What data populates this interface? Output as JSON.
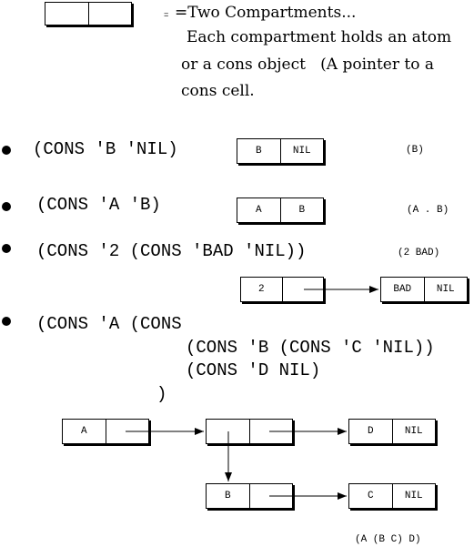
{
  "legend": {
    "eq_mark": "=",
    "lines": [
      "=Two Compartments...",
      "Each compartment holds an atom",
      "or a cons object   (A pointer to a",
      "cons cell."
    ]
  },
  "examples": [
    {
      "code": "(CONS 'B 'NIL)",
      "result": "(B)"
    },
    {
      "code": "(CONS 'A 'B)",
      "result": "(A . B)"
    },
    {
      "code": "(CONS '2 (CONS 'BAD 'NIL))",
      "result": "(2 BAD)"
    },
    {
      "code_lines": [
        "(CONS 'A (CONS",
        "(CONS 'B (CONS 'C 'NIL))",
        "(CONS 'D NIL)",
        ")"
      ],
      "result": "(A (B C) D)"
    }
  ],
  "cells": {
    "ex1": [
      "B",
      "NIL"
    ],
    "ex2": [
      "A",
      "B"
    ],
    "ex3a": [
      "2",
      ""
    ],
    "ex3b": [
      "BAD",
      "NIL"
    ],
    "ex4a": [
      "A",
      ""
    ],
    "ex4b": [
      "",
      ""
    ],
    "ex4c": [
      "D",
      "NIL"
    ],
    "ex4d": [
      "B",
      ""
    ],
    "ex4e": [
      "C",
      "NIL"
    ]
  },
  "colors": {
    "ink": "#000000",
    "background": "#ffffff"
  }
}
